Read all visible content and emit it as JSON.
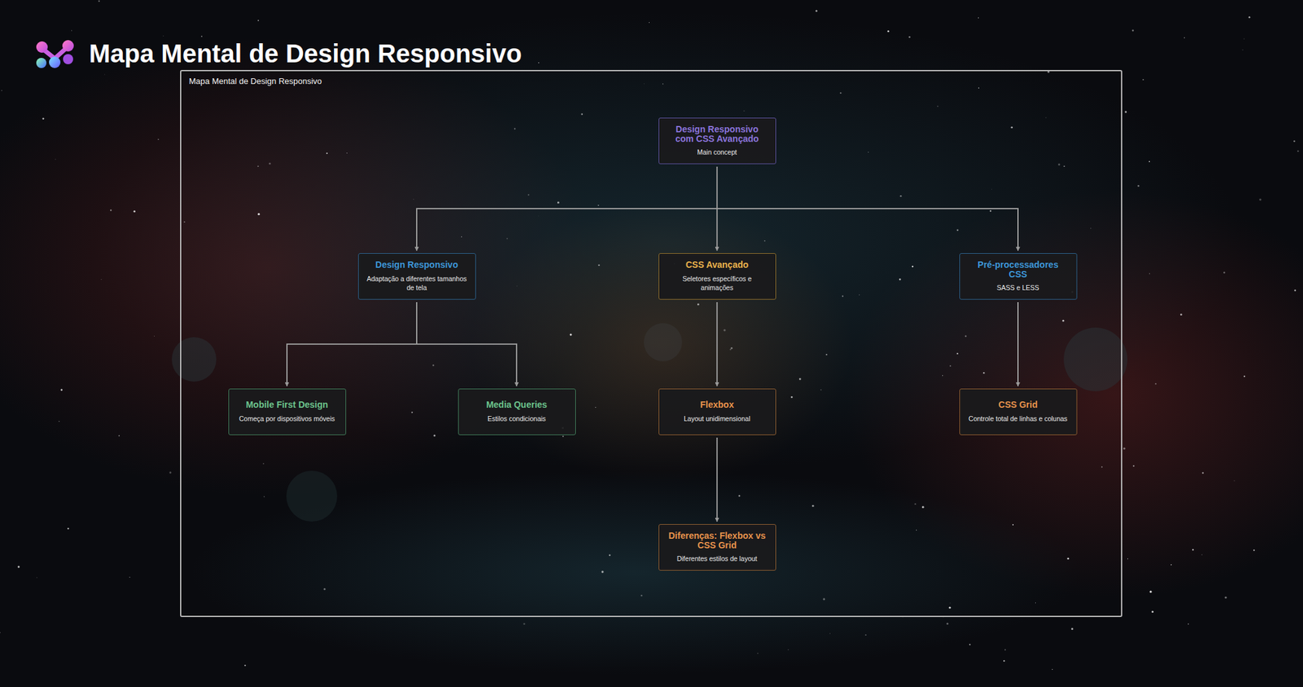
{
  "diagram": {
    "title": "Mapa Mental de Design Responsivo",
    "nodes": [
      {
        "text": [
          "Mapa Mental de Design Responsivo"
        ]
      },
      {
        "text": [
          "Design Responsivo com CSS Avançado",
          "Main concept"
        ],
        "in": 0
      },
      {
        "text": [
          "Design Responsivo",
          "Adaptação a diferentes tamanhos de tela"
        ],
        "in": 0
      },
      {
        "text": [
          "CSS Avançado",
          "Seletores específicos e animações"
        ],
        "in": 0
      },
      {
        "text": [
          "Pré-processadores CSS",
          "SASS e LESS"
        ],
        "in": 0
      },
      {
        "text": [
          "Mobile First Design",
          "Começa por dispositivos móveis"
        ],
        "in": 0
      },
      {
        "text": [
          "Media Queries",
          "Estilos condicionais"
        ],
        "in": 0
      },
      {
        "text": [
          "Flexbox",
          "Layout unidimensional"
        ],
        "in": 0
      },
      {
        "text": [
          "CSS Grid",
          "Controle total de linhas e colunas"
        ],
        "in": 0
      },
      {
        "text": [
          "Diferenças: Flexbox vs CSS Grid",
          "Diferentes estilos de layout"
        ],
        "in": 0
      }
    ],
    "edges": [
      {
        "from": 1,
        "to": 2,
        "arrow": "to"
      },
      {
        "from": 1,
        "to": 3,
        "arrow": "to"
      },
      {
        "from": 1,
        "to": 4,
        "arrow": "to"
      },
      {
        "from": 2,
        "to": 5,
        "arrow": "to"
      },
      {
        "from": 2,
        "to": 6,
        "arrow": "to"
      },
      {
        "from": 3,
        "to": 7,
        "arrow": "to"
      },
      {
        "from": 4,
        "to": 8,
        "arrow": "to"
      },
      {
        "from": 7,
        "to": 9,
        "arrow": "to"
      }
    ]
  }
}
